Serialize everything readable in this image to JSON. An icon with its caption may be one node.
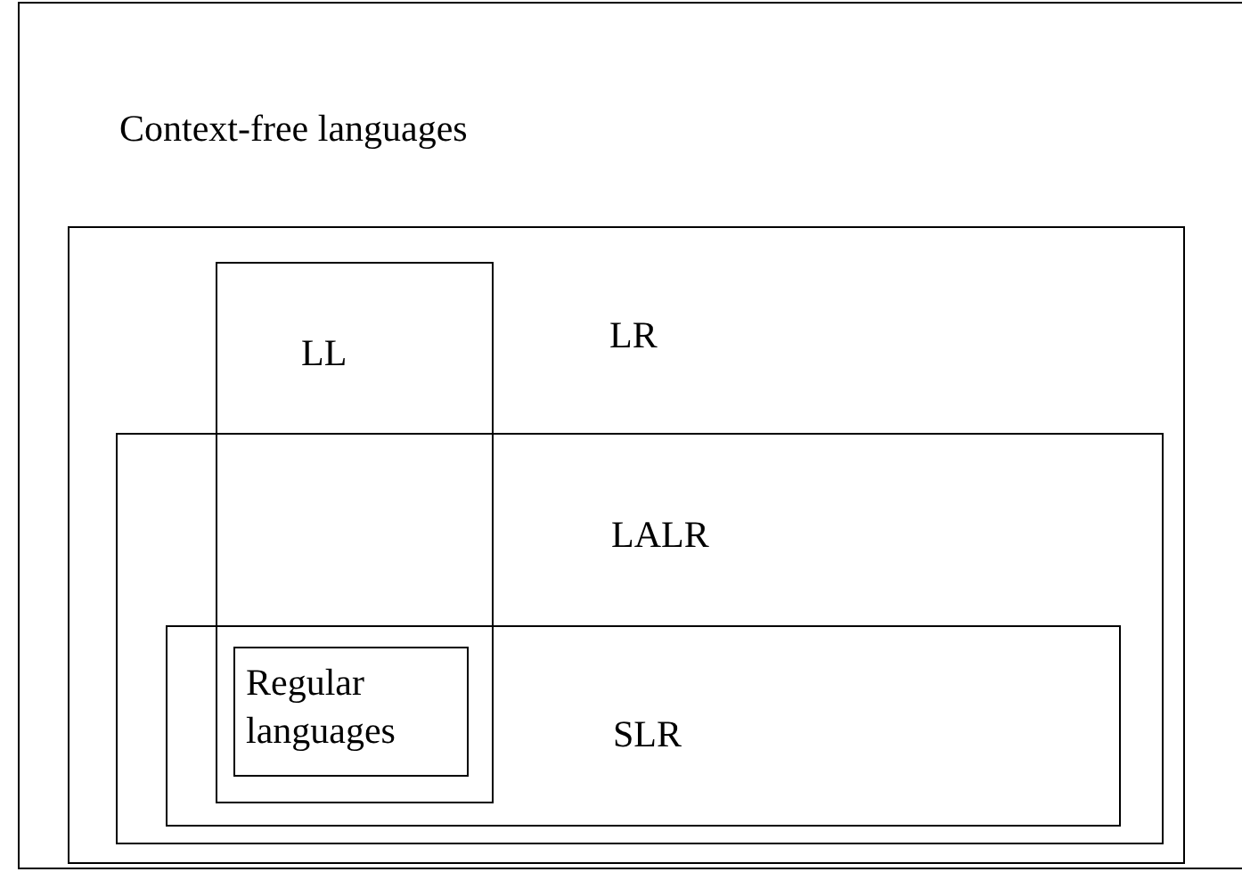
{
  "diagram": {
    "nodes": [
      {
        "text": [
          "Context-free languages"
        ]
      },
      {
        "text": [
          "LR"
        ],
        "in": 0
      },
      {
        "text": [
          "LALR"
        ],
        "in": 1
      },
      {
        "text": [
          "SLR"
        ],
        "in": 2
      },
      {
        "text": [
          "LL"
        ],
        "in": 1
      },
      {
        "text": [
          "Regular languages"
        ]
      }
    ]
  }
}
